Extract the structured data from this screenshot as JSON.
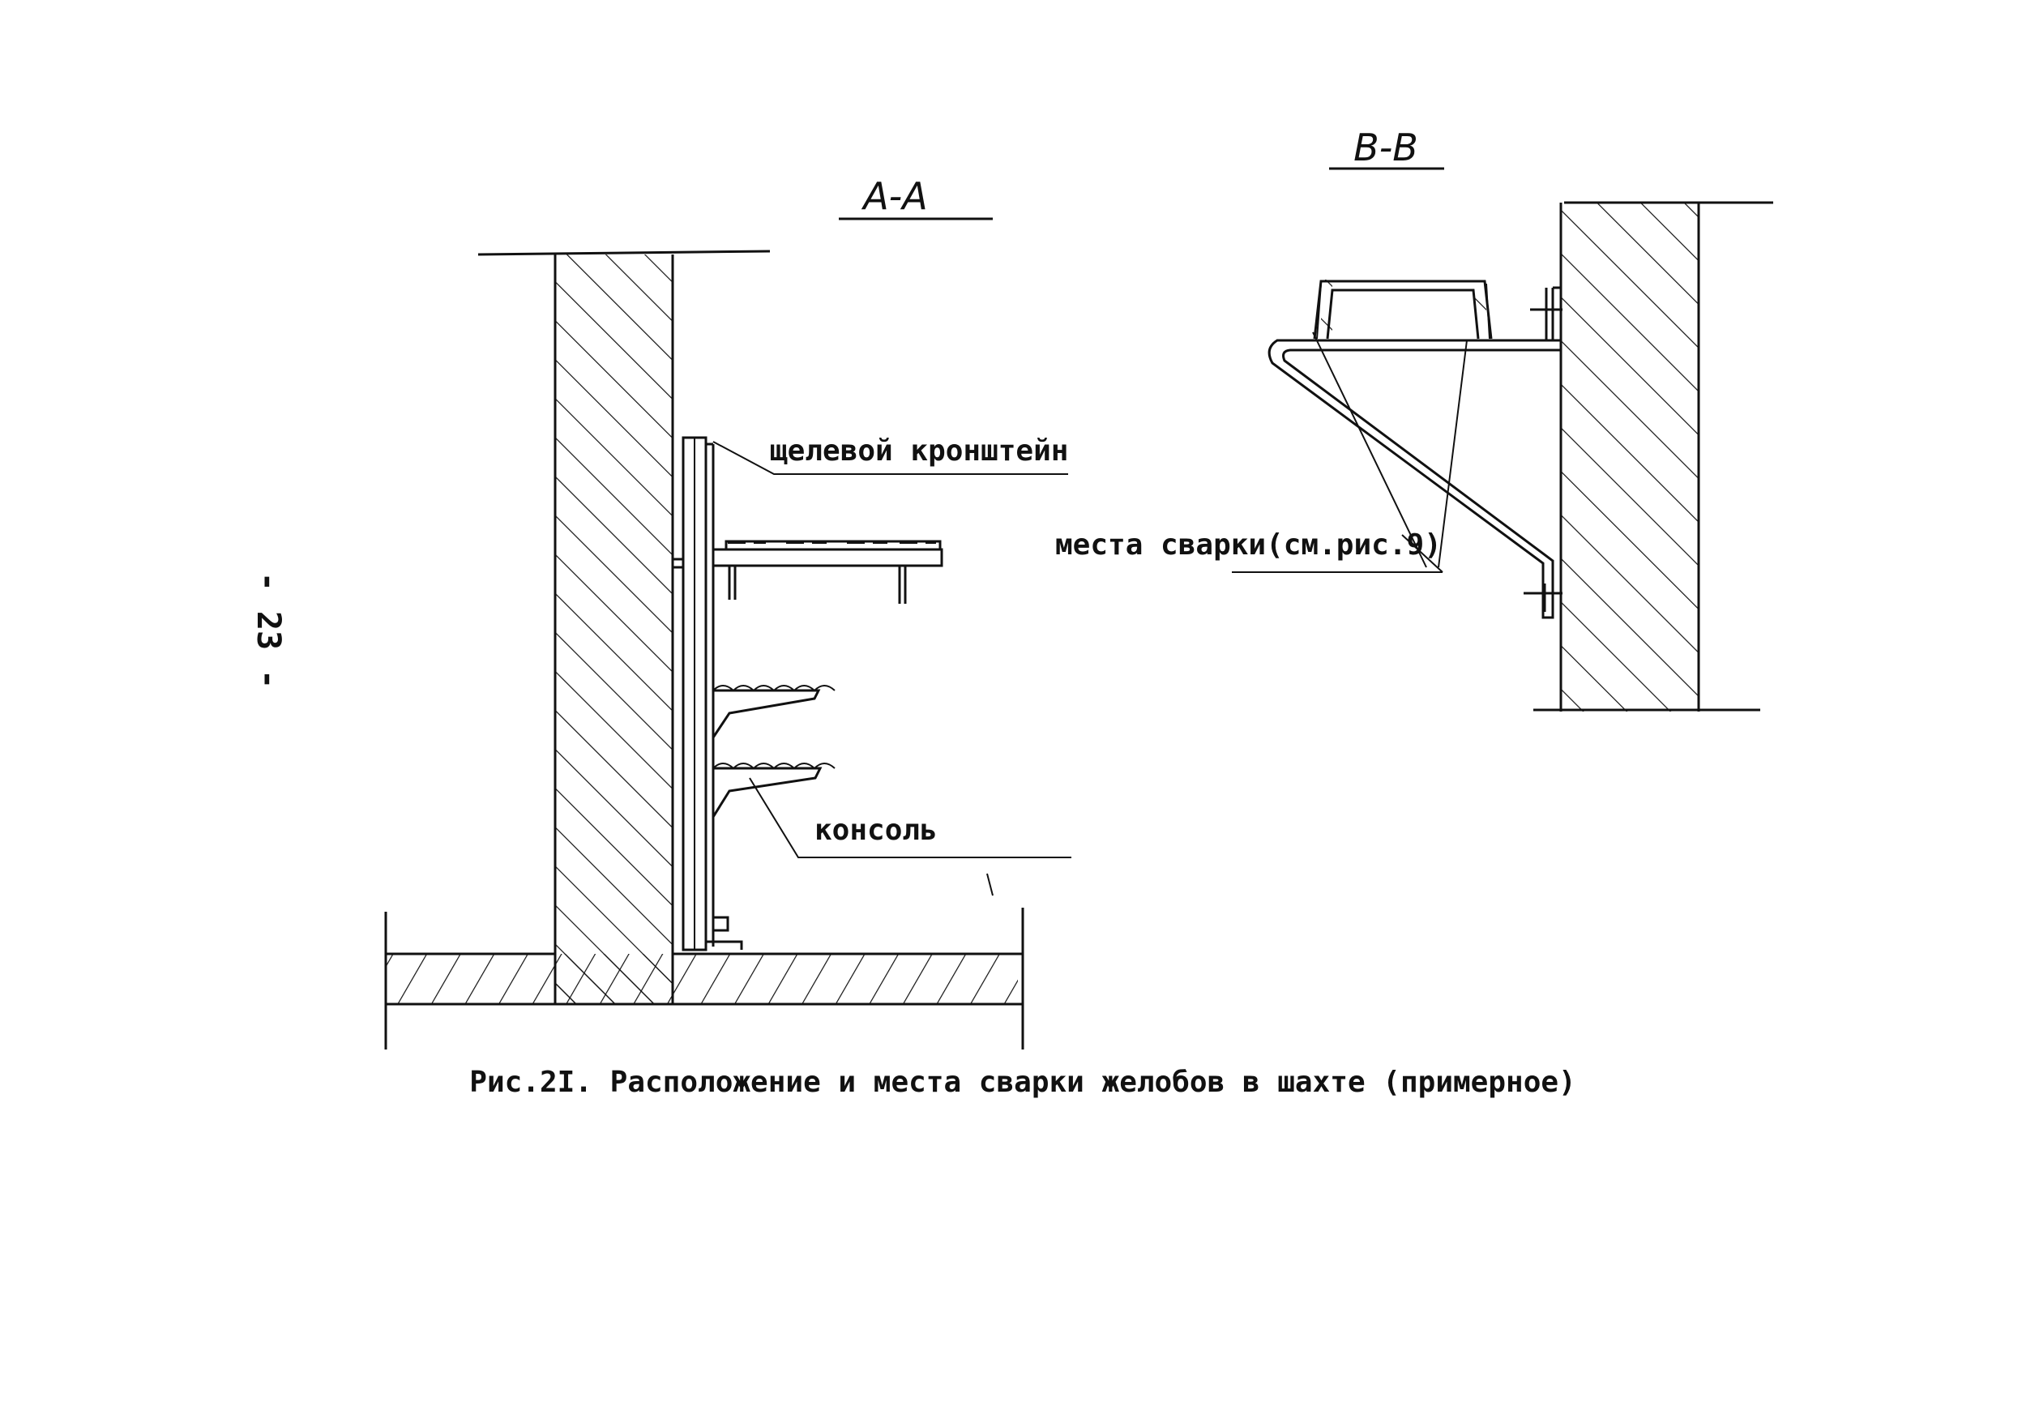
{
  "page_number": "- 23 -",
  "section_aa": {
    "title": "А-А",
    "label_slot_bracket": "щелевой кронштейн",
    "label_console": "консоль"
  },
  "section_bb": {
    "title": "В-В",
    "label_weld": "места сварки(см.рис.9)"
  },
  "caption": "Рис.2I. Расположение и места сварки желобов в шахте (примерное)"
}
